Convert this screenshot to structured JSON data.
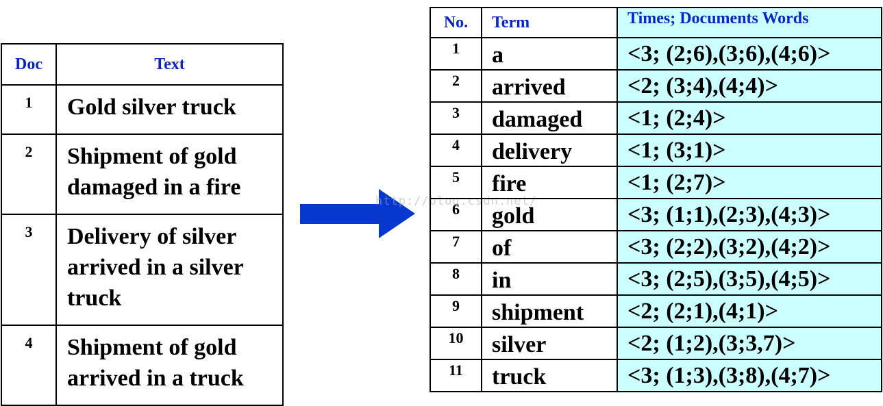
{
  "doc_table": {
    "header_doc": "Doc",
    "header_text": "Text",
    "rows": [
      {
        "num": "1",
        "text": "Gold silver truck"
      },
      {
        "num": "2",
        "text": "Shipment of gold damaged in a fire"
      },
      {
        "num": "3",
        "text": "Delivery of silver arrived in a silver truck"
      },
      {
        "num": "4",
        "text": "Shipment of gold arrived in a truck"
      }
    ]
  },
  "index_table": {
    "header_no": "No.",
    "header_term": "Term",
    "header_posting": "Times; Documents Words",
    "rows": [
      {
        "no": "1",
        "term": "a",
        "posting": "<3; (2;6),(3;6),(4;6)>"
      },
      {
        "no": "2",
        "term": "arrived",
        "posting": "<2; (3;4),(4;4)>"
      },
      {
        "no": "3",
        "term": "damaged",
        "posting": "<1; (2;4)>"
      },
      {
        "no": "4",
        "term": "delivery",
        "posting": "<1; (3;1)>"
      },
      {
        "no": "5",
        "term": "fire",
        "posting": "<1; (2;7)>"
      },
      {
        "no": "6",
        "term": "gold",
        "posting": "<3; (1;1),(2;3),(4;3)>"
      },
      {
        "no": "7",
        "term": "of",
        "posting": "<3; (2;2),(3;2),(4;2)>"
      },
      {
        "no": "8",
        "term": "in",
        "posting": "<3; (2;5),(3;5),(4;5)>"
      },
      {
        "no": "9",
        "term": "shipment",
        "posting": "<2; (2;1),(4;1)>"
      },
      {
        "no": "10",
        "term": "silver",
        "posting": "<2; (1;2),(3;3,7)>"
      },
      {
        "no": "11",
        "term": "truck",
        "posting": "<3; (1;3),(3;8),(4;7)>"
      }
    ]
  },
  "watermark": "http://blog.csdn.net/",
  "colors": {
    "header_text": "#0b24c7",
    "posting_bg": "#ccffff",
    "arrow": "#0638cf"
  }
}
